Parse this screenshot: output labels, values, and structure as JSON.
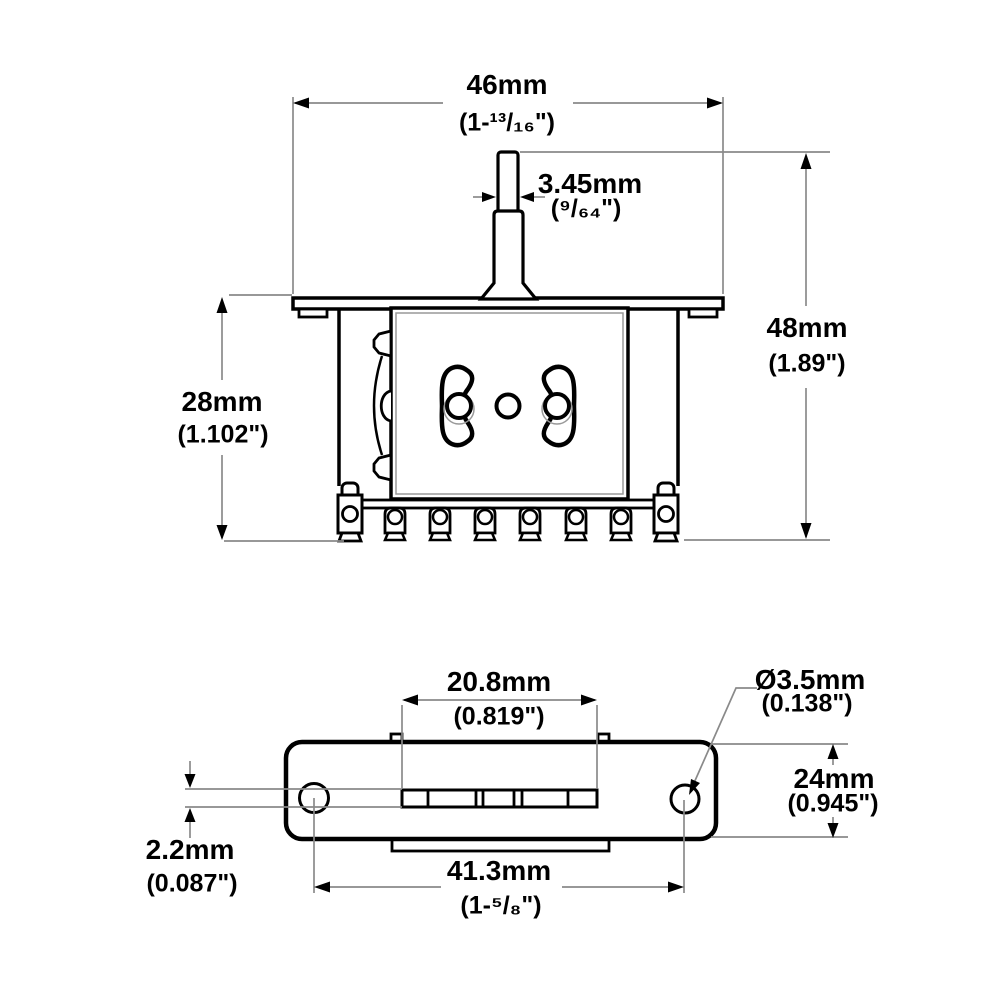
{
  "colors": {
    "line": "#000000",
    "dim_line": "#8a8a8a",
    "background": "#ffffff"
  },
  "side_view": {
    "terminals": 8,
    "dim_width_mm": "46mm",
    "dim_width_in": "(1-¹³/₁₆\")",
    "dim_shaft_diameter_mm": "3.45mm",
    "dim_shaft_diameter_in": "(⁹/₆₄\")",
    "dim_total_height_mm": "48mm",
    "dim_total_height_in": "(1.89\")",
    "dim_body_height_mm": "28mm",
    "dim_body_height_in": "(1.102\")"
  },
  "bottom_view": {
    "dim_slot_length_mm": "20.8mm",
    "dim_slot_length_in": "(0.819\")",
    "dim_hole_diameter_mm": "Ø3.5mm",
    "dim_hole_diameter_in": "(0.138\")",
    "dim_plate_width_mm": "24mm",
    "dim_plate_width_in": "(0.945\")",
    "dim_slot_width_mm": "2.2mm",
    "dim_slot_width_in": "(0.087\")",
    "dim_hole_spacing_mm": "41.3mm",
    "dim_hole_spacing_in": "(1-⁵/₈\")"
  }
}
